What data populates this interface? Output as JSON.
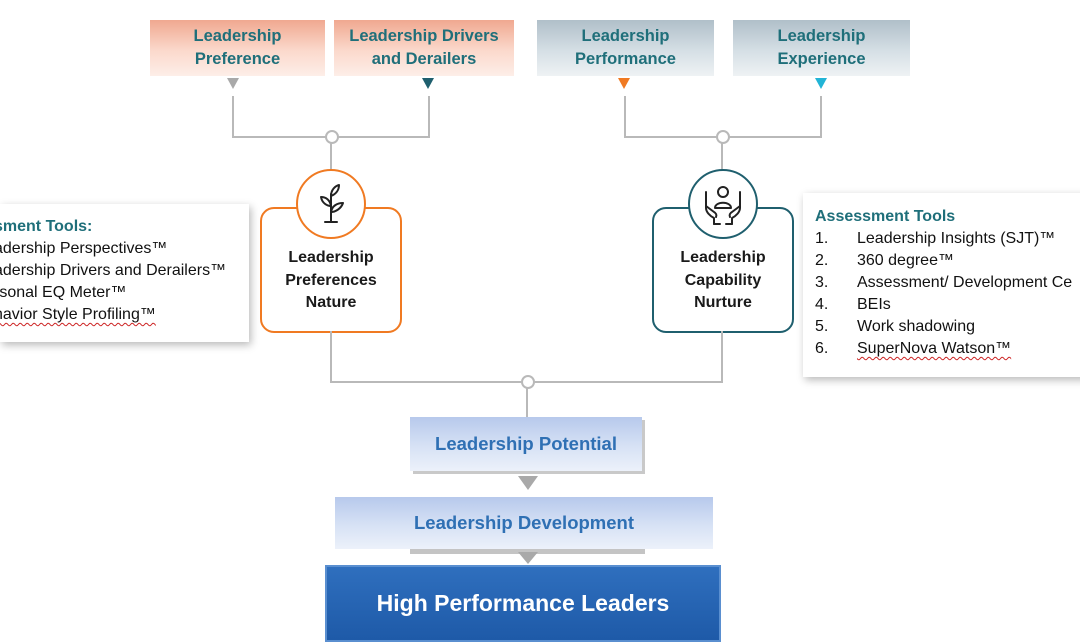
{
  "top_boxes": {
    "preference": "Leadership Preference",
    "drivers": "Leadership Drivers and Derailers",
    "performance": "Leadership Performance",
    "experience": "Leadership Experience"
  },
  "nature_card": {
    "line1": "Leadership",
    "line2": "Preferences",
    "line3": "Nature",
    "icon": "plant-icon"
  },
  "nurture_card": {
    "line1": "Leadership",
    "line2": "Capability",
    "line3": "Nurture",
    "icon": "hands-person-icon"
  },
  "left_tools": {
    "title": "sment Tools:",
    "items": [
      "adership Perspectives™",
      "adership Drivers and Derailers™",
      "rsonal EQ Meter™",
      "havior Style Profiling™"
    ]
  },
  "right_tools": {
    "title": "Assessment Tools",
    "items": [
      {
        "num": "1.",
        "text": "Leadership Insights (SJT)™"
      },
      {
        "num": "2.",
        "text": "360 degree™"
      },
      {
        "num": "3.",
        "text": "Assessment/ Development Ce"
      },
      {
        "num": "4.",
        "text": "BEIs"
      },
      {
        "num": "5.",
        "text": "Work shadowing"
      },
      {
        "num": "6.",
        "text": "SuperNova Watson™"
      }
    ]
  },
  "flow": {
    "potential": "Leadership Potential",
    "development": "Leadership Development",
    "hpl": "High Performance Leaders"
  },
  "colors": {
    "orange": "#f07a22",
    "teal": "#1f5f6e",
    "title_teal": "#1f6f7a",
    "blue": "#2f70b4",
    "triangle_grey": "#a9a9a9",
    "triangle_teal": "#1f5f6e",
    "triangle_orange": "#f07a22",
    "triangle_cyan": "#22b4d6"
  }
}
